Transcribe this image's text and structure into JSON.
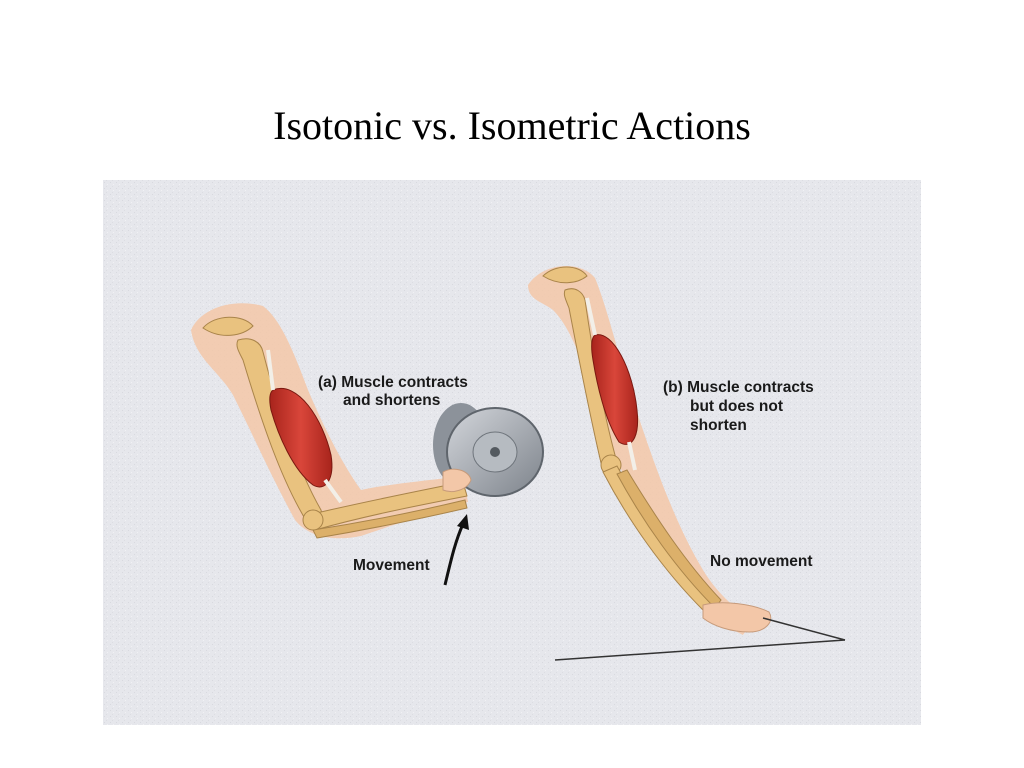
{
  "slide": {
    "title": "Isotonic vs. Isometric Actions"
  },
  "figure": {
    "panel_a": {
      "caption_line1": "(a) Muscle contracts",
      "caption_line2": "and shortens",
      "movement_label": "Movement"
    },
    "panel_b": {
      "caption_line1": "(b) Muscle contracts",
      "caption_line2": "but does not",
      "caption_line3": "shorten",
      "movement_label": "No movement"
    }
  },
  "colors": {
    "background_panel": "#e6e7ec",
    "muscle": "#c8352a",
    "bone": "#e9c27f",
    "skin": "#f3c7a8",
    "weight": "#9aa0a8"
  }
}
